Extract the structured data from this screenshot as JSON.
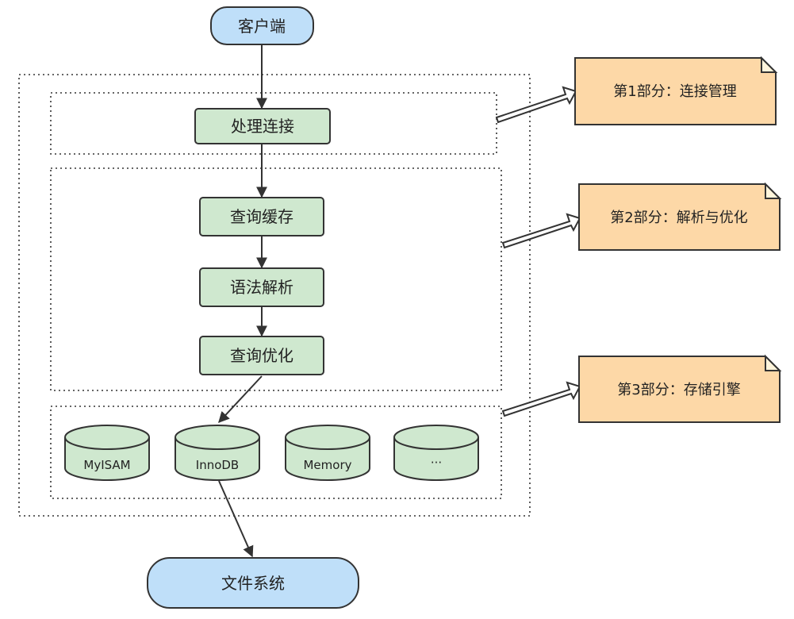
{
  "diagram": {
    "client": "客户端",
    "file_system": "文件系统",
    "steps": {
      "connection_handling": "处理连接",
      "query_cache": "查询缓存",
      "syntax_parsing": "语法解析",
      "query_optimization": "查询优化"
    },
    "engines": [
      "MyISAM",
      "InnoDB",
      "Memory",
      "···"
    ],
    "notes": {
      "part1": "第1部分：连接管理",
      "part2": "第2部分：解析与优化",
      "part3": "第3部分：存储引擎"
    },
    "colors": {
      "terminal_fill": "#bfdff9",
      "step_fill": "#cfe8cf",
      "engine_fill": "#cfe8cf",
      "note_fill": "#fdd8a7",
      "stroke": "#333333"
    }
  }
}
